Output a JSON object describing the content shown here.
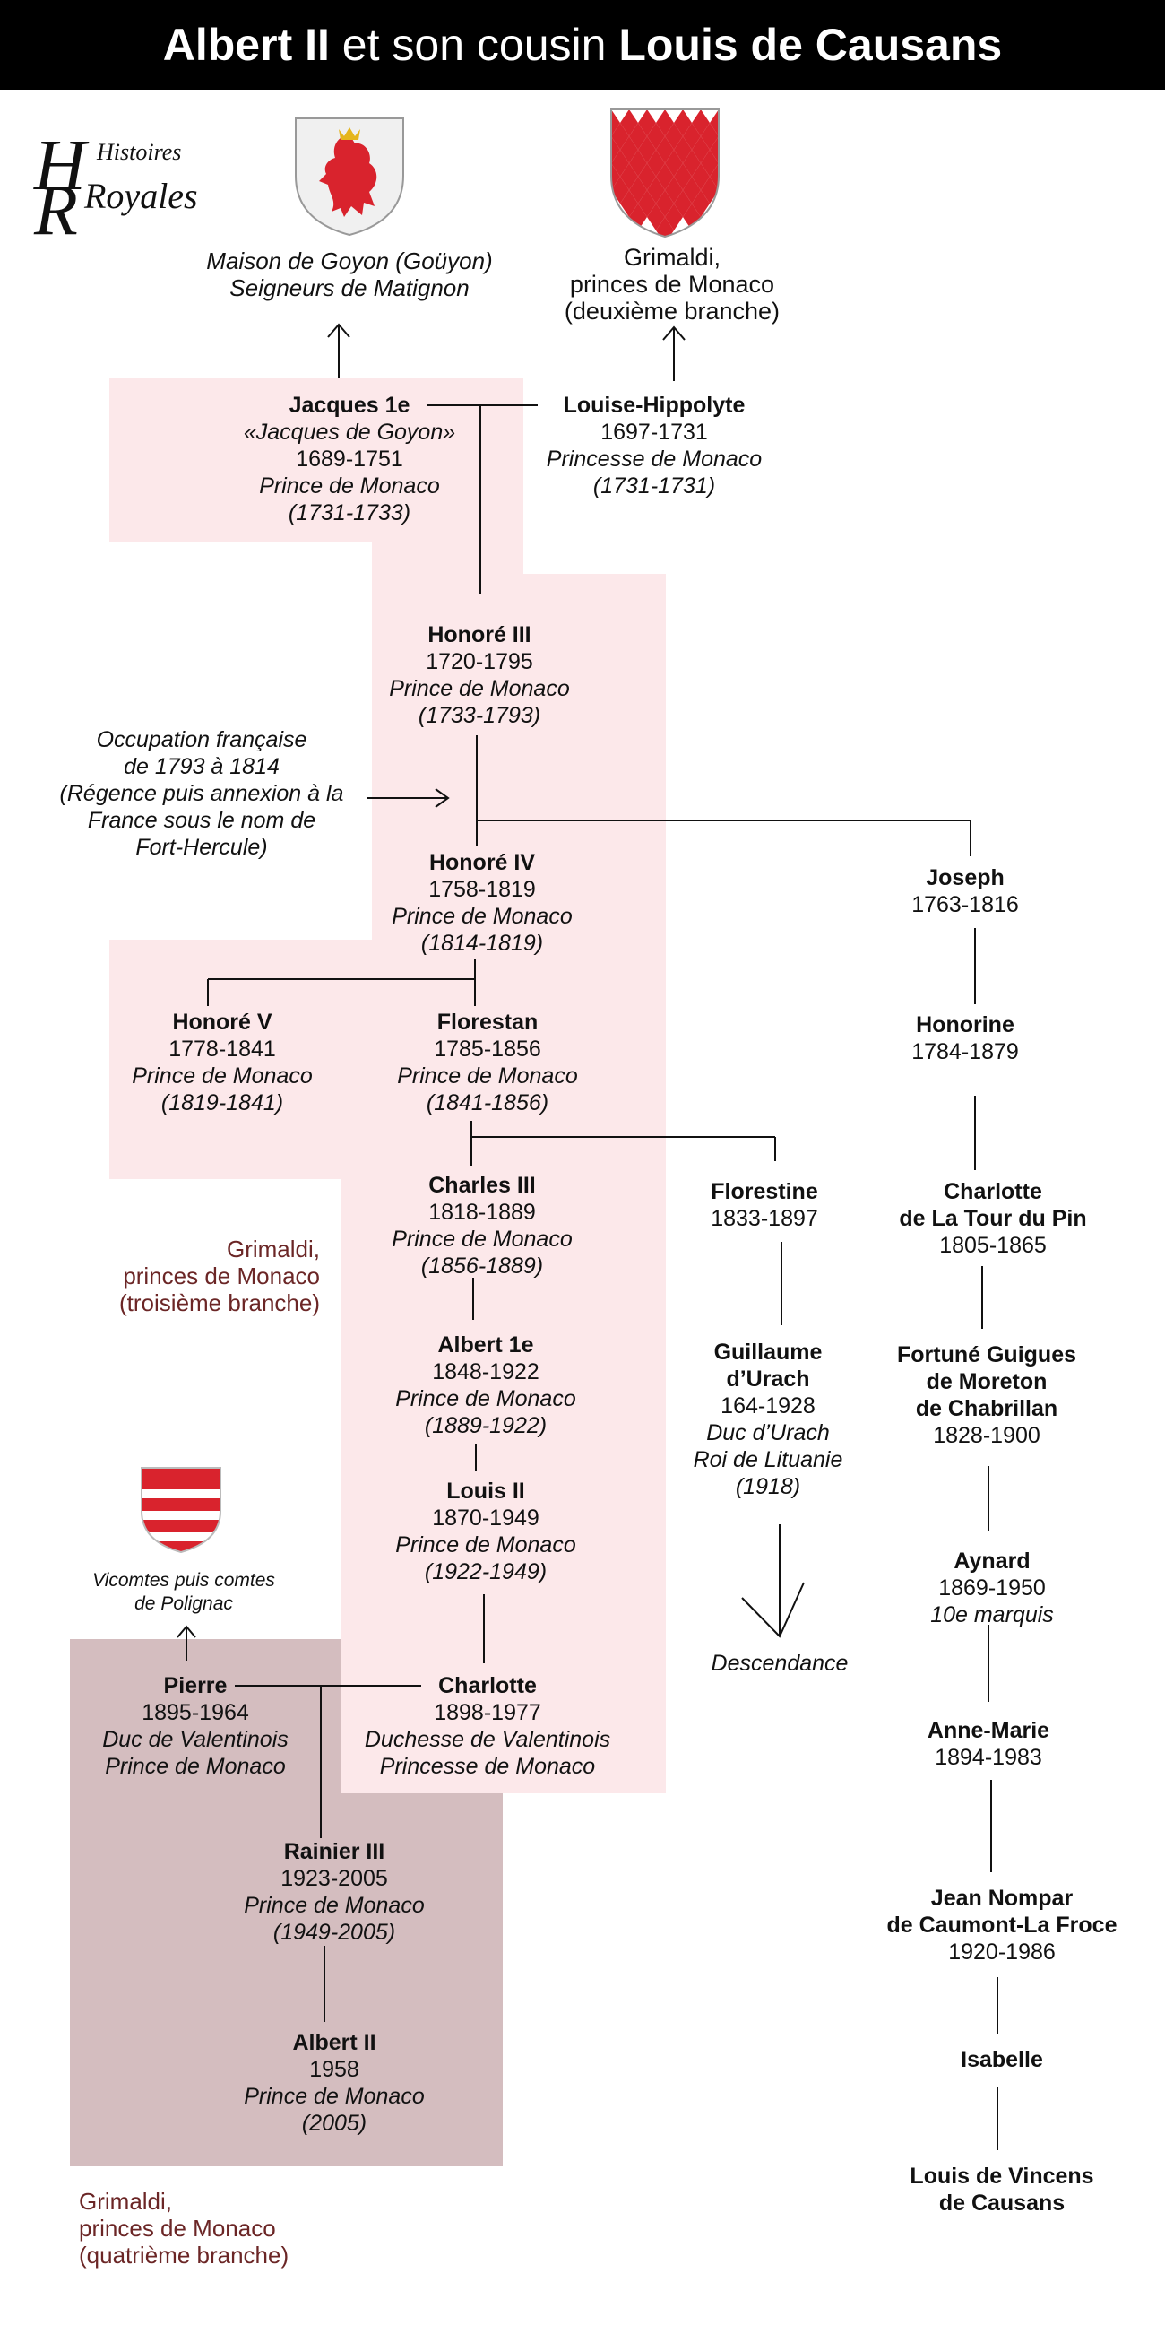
{
  "title": {
    "part1": "Albert II",
    "part2": " et son cousin ",
    "part3": "Louis de Causans"
  },
  "logo": {
    "line1": "Histoires",
    "line2": "Royales",
    "initial1": "H",
    "initial2": "R"
  },
  "houses": {
    "goyon": [
      "Maison de Goyon (Goüyon)",
      "Seigneurs de Matignon"
    ],
    "grimaldi2": [
      "Grimaldi,",
      "princes de Monaco",
      "(deuxième branche)"
    ],
    "grimaldi3": [
      "Grimaldi,",
      "princes de Monaco",
      "(troisième branche)"
    ],
    "grimaldi4": [
      "Grimaldi,",
      "princes de Monaco",
      "(quatrième branche)"
    ],
    "polignac": [
      "Vicomtes puis comtes",
      "de Polignac"
    ]
  },
  "occupation": [
    "Occupation française",
    "de 1793 à 1814",
    "(Régence puis annexion à la",
    "France sous le nom de",
    "Fort-Hercule)"
  ],
  "descendance": "Descendance",
  "colors": {
    "pink": "#fce8ea",
    "mauve": "#d4bdbf",
    "branch_text": "#6b2626",
    "shield_red": "#d9232d"
  },
  "persons": {
    "jacques1": [
      "Jacques 1e",
      "«Jacques de Goyon»",
      "1689-1751",
      "Prince de Monaco",
      "(1731-1733)"
    ],
    "louise": [
      "Louise-Hippolyte",
      "1697-1731",
      "Princesse de Monaco",
      "(1731-1731)"
    ],
    "honore3": [
      "Honoré III",
      "1720-1795",
      "Prince de Monaco",
      "(1733-1793)"
    ],
    "honore4": [
      "Honoré IV",
      "1758-1819",
      "Prince de Monaco",
      "(1814-1819)"
    ],
    "joseph": [
      "Joseph",
      "1763-1816"
    ],
    "honore5": [
      "Honoré V",
      "1778-1841",
      "Prince de Monaco",
      "(1819-1841)"
    ],
    "florestan": [
      "Florestan",
      "1785-1856",
      "Prince de Monaco",
      "(1841-1856)"
    ],
    "honorine": [
      "Honorine",
      "1784-1879"
    ],
    "charles3": [
      "Charles III",
      "1818-1889",
      "Prince de Monaco",
      "(1856-1889)"
    ],
    "florestine": [
      "Florestine",
      "1833-1897"
    ],
    "charlotte_ltp": [
      "Charlotte",
      "de La Tour du Pin",
      "1805-1865"
    ],
    "albert1": [
      "Albert 1e",
      "1848-1922",
      "Prince de Monaco",
      "(1889-1922)"
    ],
    "guillaume": [
      "Guillaume",
      "d’Urach",
      "164-1928",
      "Duc d’Urach",
      "Roi de Lituanie",
      "(1918)"
    ],
    "fortune": [
      "Fortuné Guigues",
      "de Moreton",
      "de Chabrillan",
      "1828-1900"
    ],
    "louis2": [
      "Louis II",
      "1870-1949",
      "Prince de Monaco",
      "(1922-1949)"
    ],
    "aynard": [
      "Aynard",
      "1869-1950",
      "10e marquis"
    ],
    "pierre": [
      "Pierre",
      "1895-1964",
      "Duc de Valentinois",
      "Prince de Monaco"
    ],
    "charlotte": [
      "Charlotte",
      "1898-1977",
      "Duchesse de Valentinois",
      "Princesse de Monaco"
    ],
    "annemarie": [
      "Anne-Marie",
      "1894-1983"
    ],
    "rainier3": [
      "Rainier III",
      "1923-2005",
      "Prince de Monaco",
      "(1949-2005)"
    ],
    "jean": [
      "Jean Nompar",
      "de Caumont-La Froce",
      "1920-1986"
    ],
    "isabelle": [
      "Isabelle"
    ],
    "albert2": [
      "Albert II",
      "1958",
      "Prince de Monaco",
      "(2005)"
    ],
    "louis_causans": [
      "Louis de Vincens",
      "de Causans"
    ]
  }
}
